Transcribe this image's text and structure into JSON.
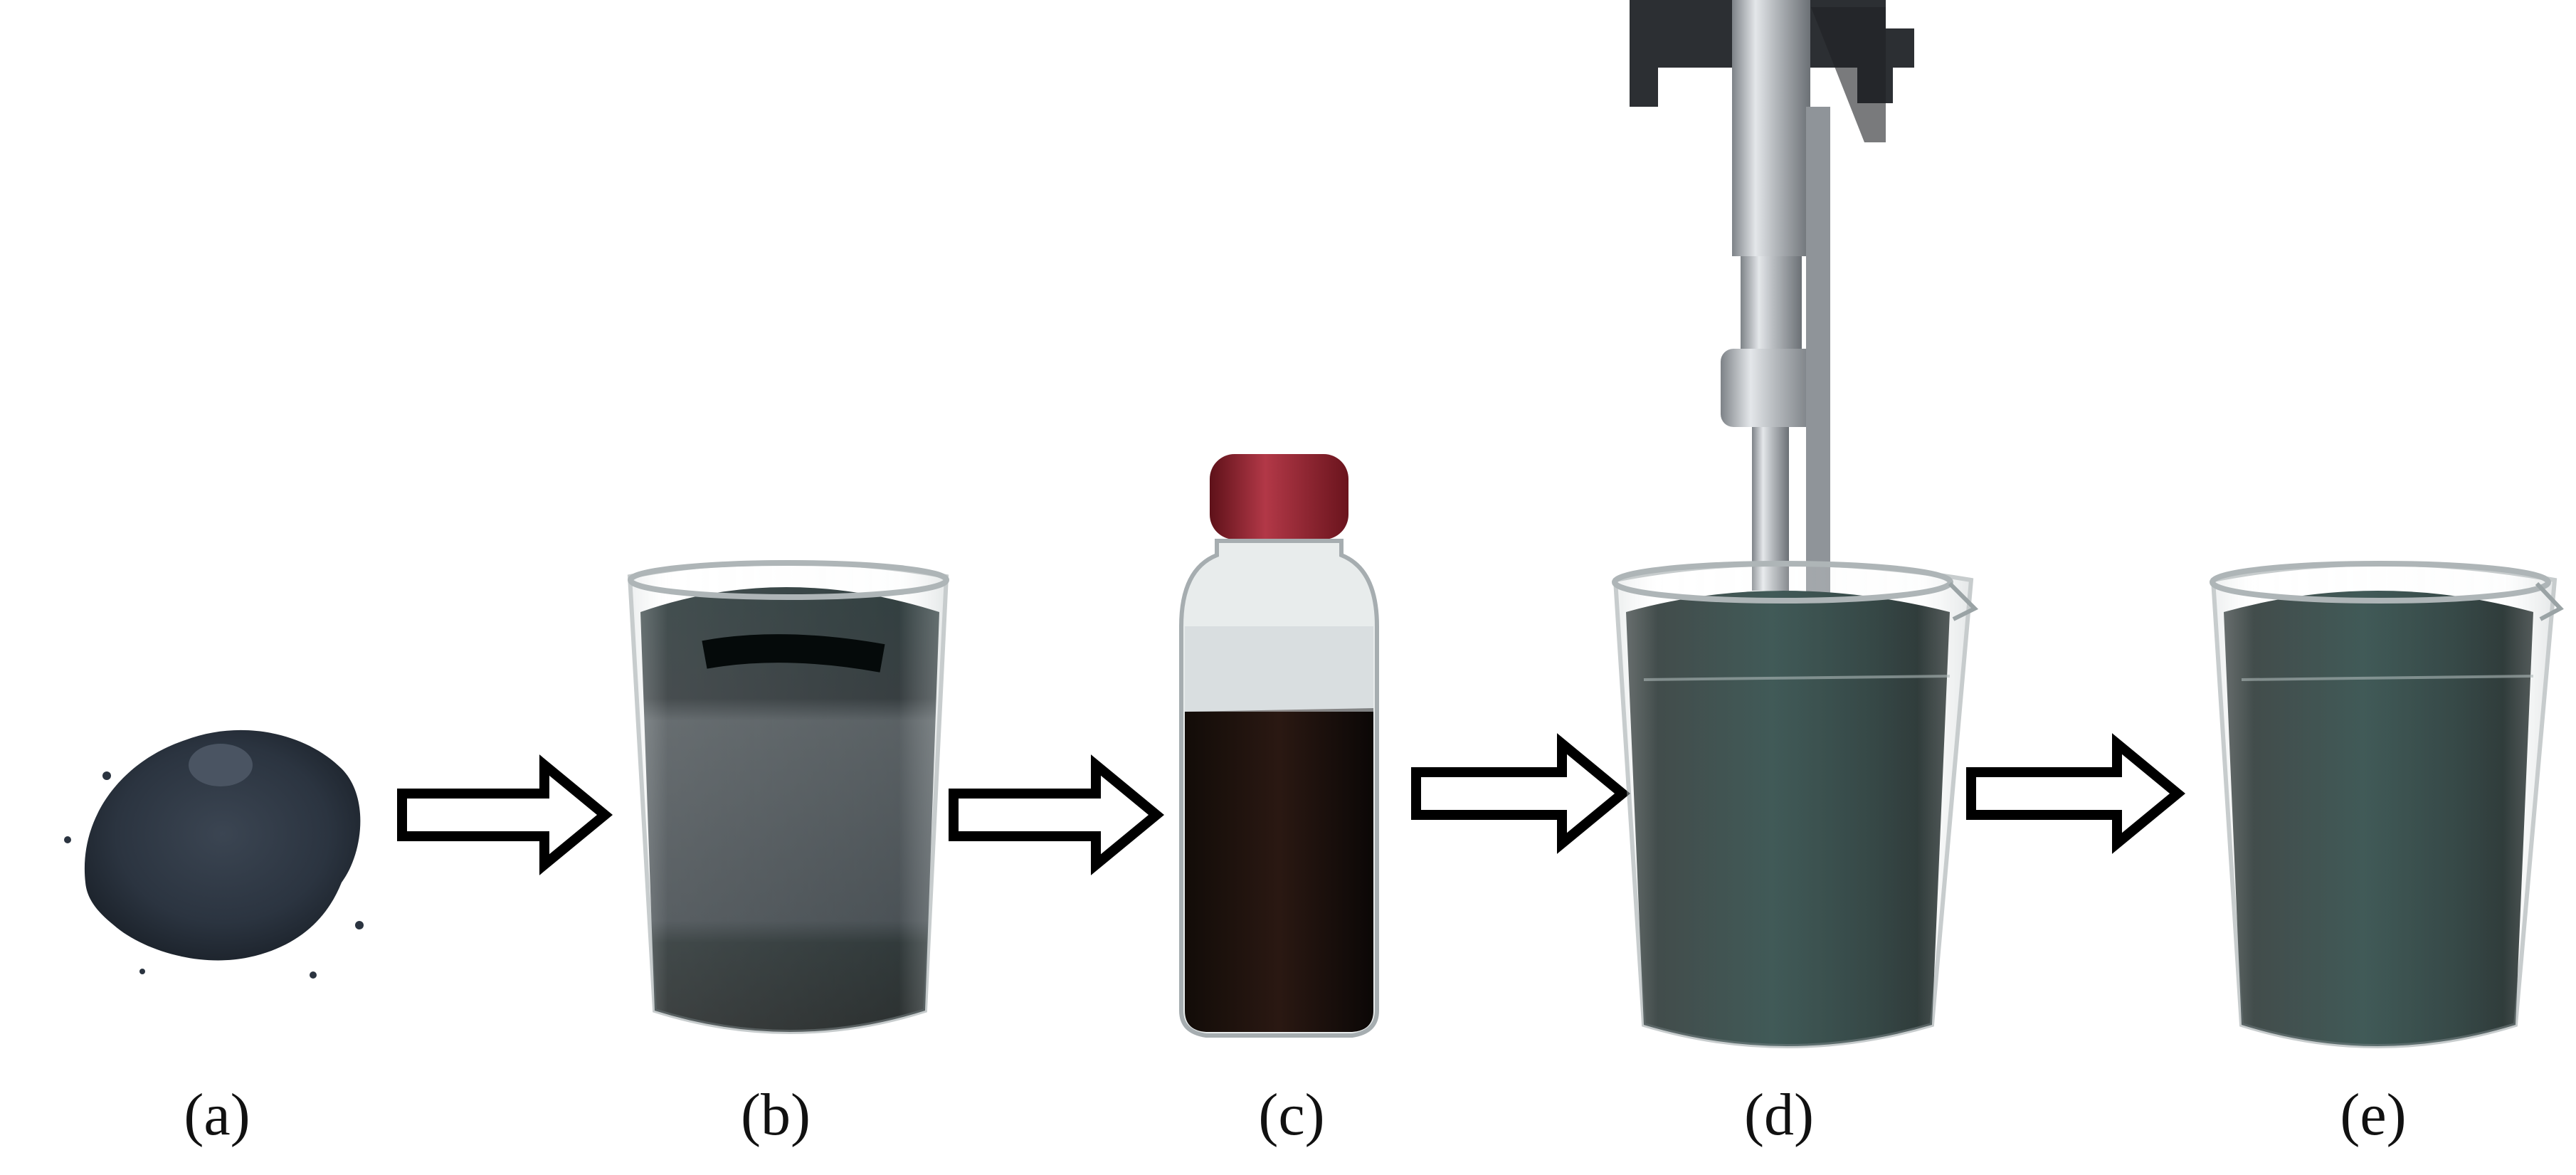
{
  "figure": {
    "panels": [
      {
        "id": "a",
        "label": "(a)",
        "subject": "dark powder pile"
      },
      {
        "id": "b",
        "label": "(b)",
        "subject": "glass beaker with dark liquid"
      },
      {
        "id": "c",
        "label": "(c)",
        "subject": "glass bottle with red cap and dark liquid"
      },
      {
        "id": "d",
        "label": "(d)",
        "subject": "beaker under ultrasonic probe"
      },
      {
        "id": "e",
        "label": "(e)",
        "subject": "glass beaker with dark liquid"
      }
    ],
    "arrow_count": 4,
    "colors": {
      "background": "#ffffff",
      "liquid": "#0f1d1b",
      "powder": "#2b3440",
      "bottle_cap": "#8c1d2a",
      "steel": "#b8bcc1",
      "arrow_stroke": "#000000"
    }
  }
}
